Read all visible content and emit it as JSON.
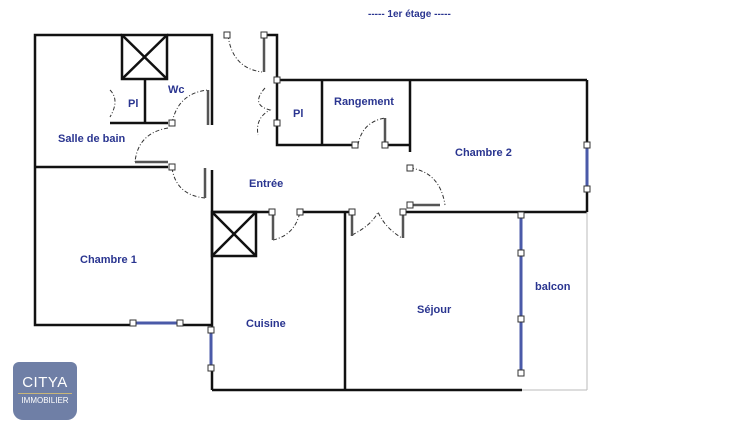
{
  "plan": {
    "title": "----- 1er étage -----",
    "rooms": {
      "salle_de_bain": "Salle de bain",
      "pl1": "Pl",
      "wc": "Wc",
      "pl2": "Pl",
      "rangement": "Rangement",
      "chambre2": "Chambre 2",
      "entree": "Entrée",
      "chambre1": "Chambre 1",
      "cuisine": "Cuisine",
      "sejour": "Séjour",
      "balcon": "balcon"
    }
  },
  "logo": {
    "name": "CITYA",
    "subtitle": "IMMOBILIER"
  }
}
